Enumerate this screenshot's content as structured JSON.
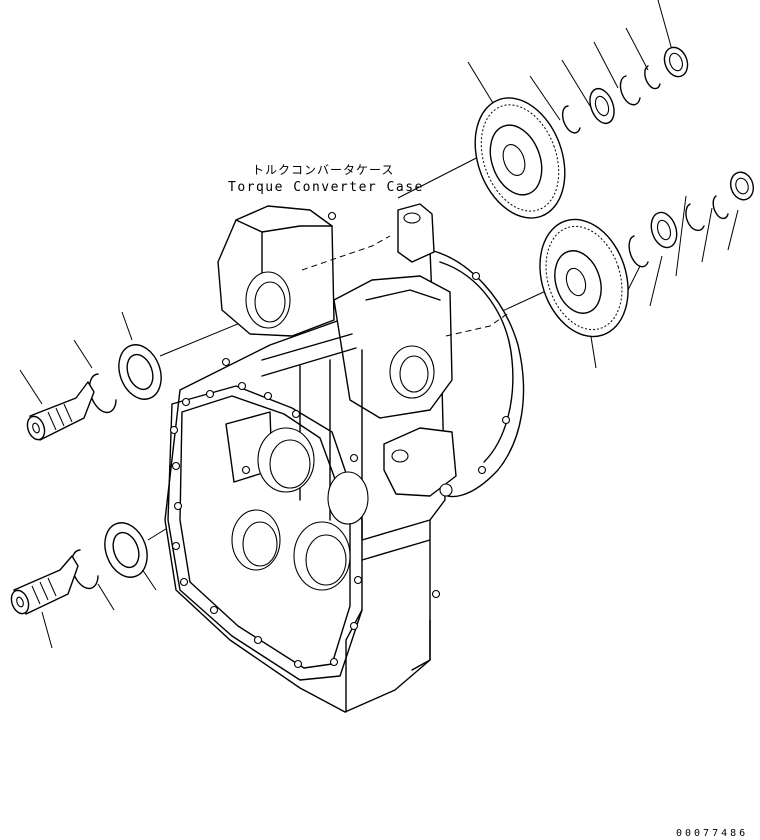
{
  "diagram": {
    "label_japanese": "トルクコンバータケース",
    "label_english": "Torque Converter Case",
    "part_number": "00077486"
  }
}
